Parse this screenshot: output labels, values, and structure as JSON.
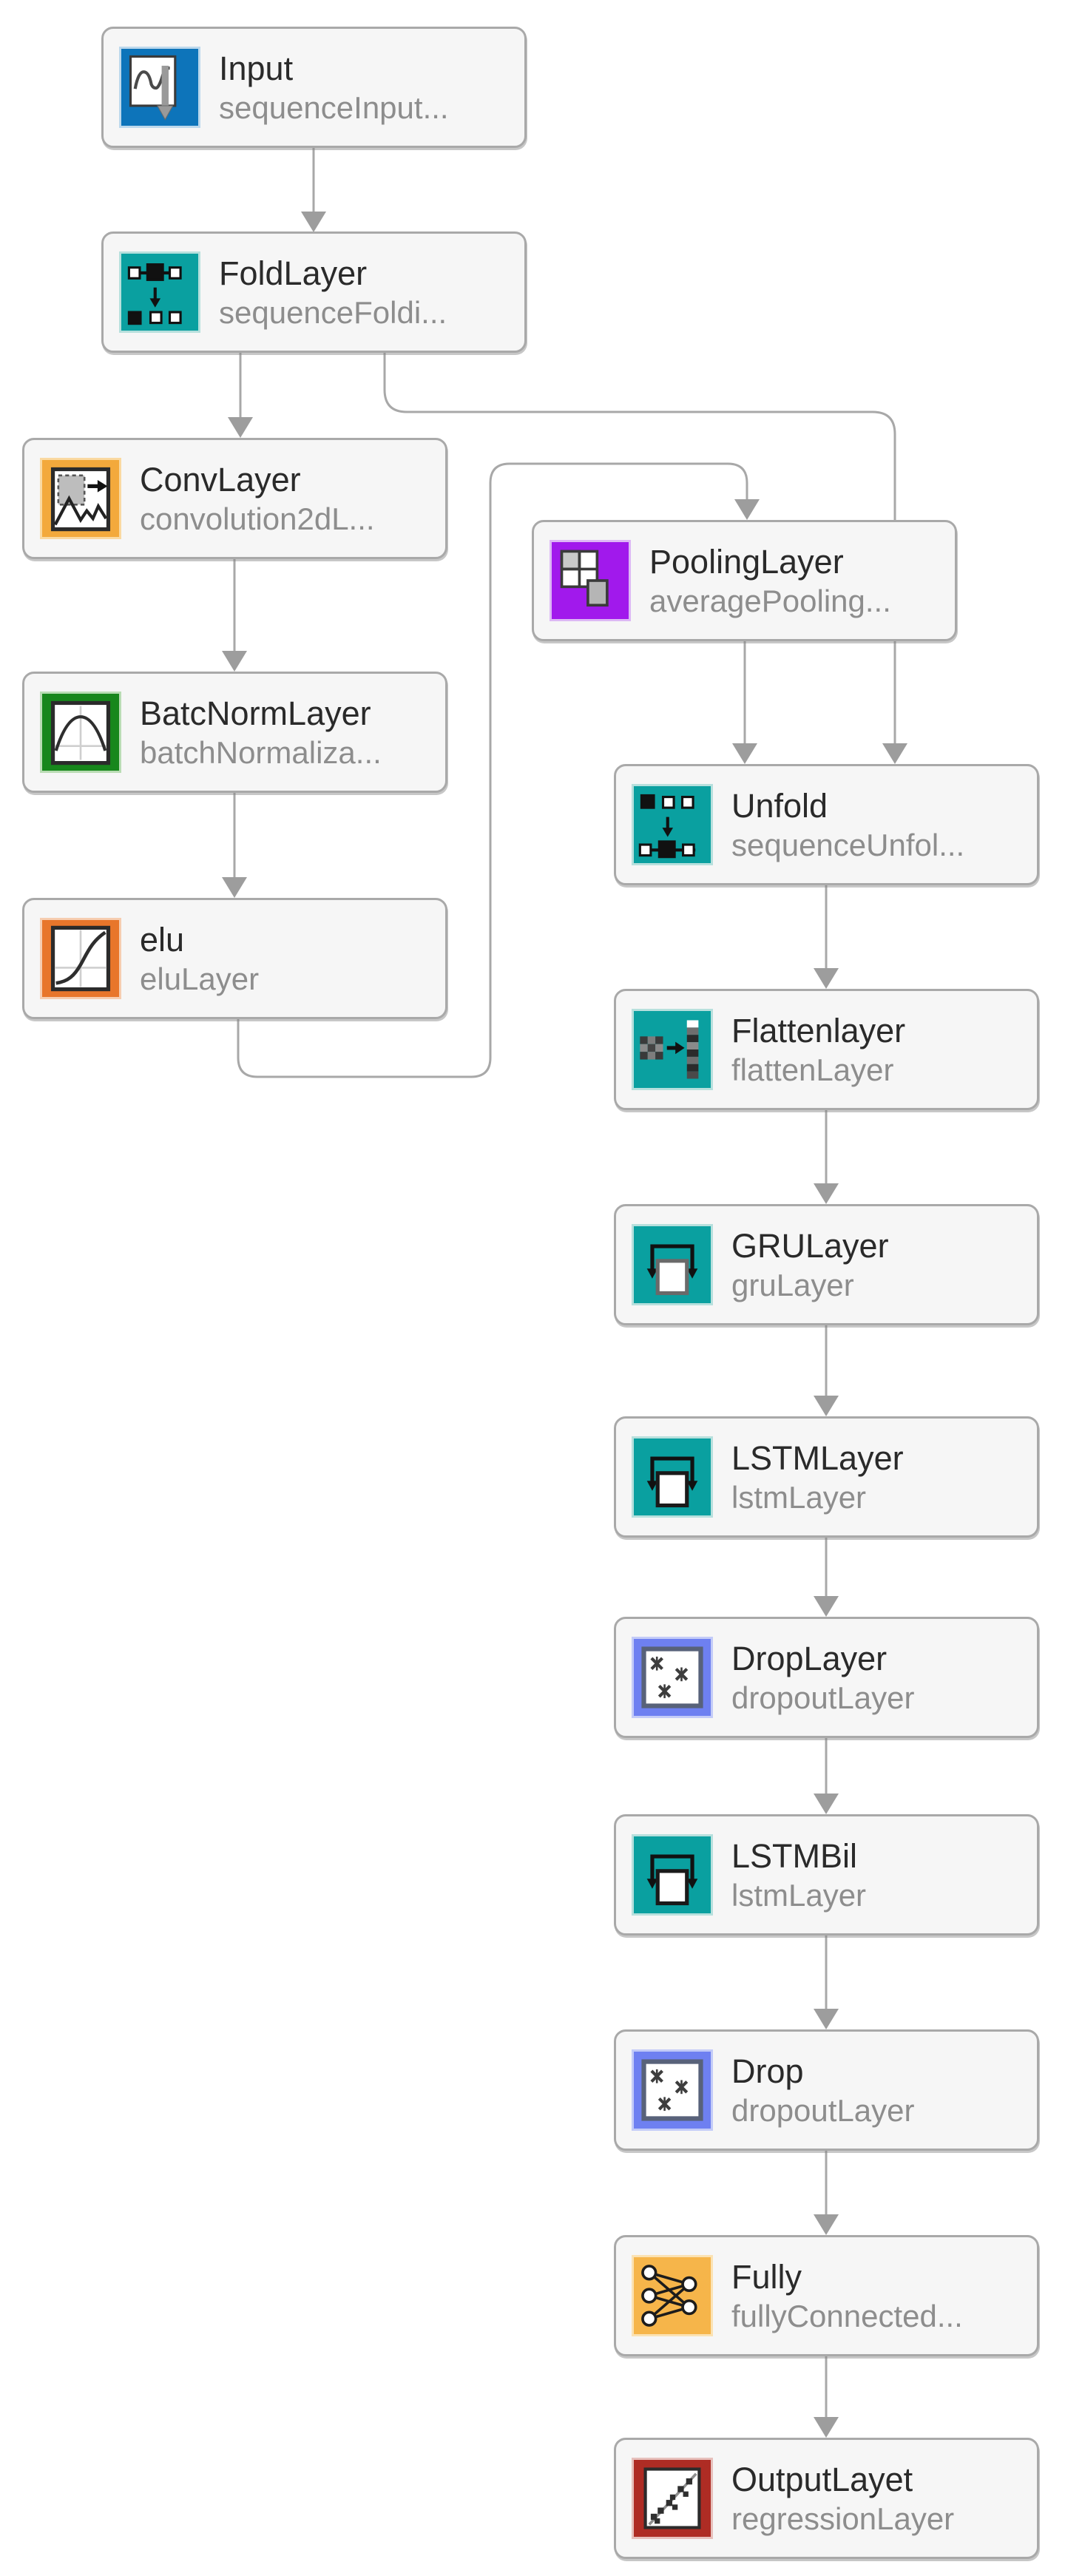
{
  "diagram": {
    "kind": "neural-network-layer-graph",
    "background": "#ffffff",
    "node_fill": "#f6f6f6",
    "node_border": "#a9a9a9",
    "edge_color": "#a8a8a8",
    "title_color": "#2a2a2a",
    "subtitle_color": "#8d8d8d"
  },
  "palette": {
    "input_blue": "#0d74ba",
    "sequence_teal": "#0aa0a0",
    "conv_amber": "#f3a93c",
    "batchnorm_green": "#17871c",
    "elu_orange": "#e8762b",
    "pooling_purple": "#a119ec",
    "dropout_periwinkle": "#6e80f1",
    "fully_amber": "#f6b54a",
    "regression_red": "#ae2c24"
  },
  "nodes": [
    {
      "id": "input",
      "title": "Input",
      "subtitle": "sequenceInput...",
      "icon": "sequence-input-icon",
      "accent": "#0d74ba"
    },
    {
      "id": "fold",
      "title": "FoldLayer",
      "subtitle": "sequenceFoldi...",
      "icon": "sequence-folding-icon",
      "accent": "#0aa0a0"
    },
    {
      "id": "conv",
      "title": "ConvLayer",
      "subtitle": "convolution2dL...",
      "icon": "convolution2d-icon",
      "accent": "#f3a93c"
    },
    {
      "id": "batchnorm",
      "title": "BatcNormLayer",
      "subtitle": "batchNormaliza...",
      "icon": "batch-normalization-icon",
      "accent": "#17871c"
    },
    {
      "id": "elu",
      "title": "elu",
      "subtitle": "eluLayer",
      "icon": "elu-icon",
      "accent": "#e8762b"
    },
    {
      "id": "pool",
      "title": "PoolingLayer",
      "subtitle": "averagePooling...",
      "icon": "average-pooling-icon",
      "accent": "#a119ec"
    },
    {
      "id": "unfold",
      "title": "Unfold",
      "subtitle": "sequenceUnfol...",
      "icon": "sequence-unfolding-icon",
      "accent": "#0aa0a0"
    },
    {
      "id": "flatten",
      "title": "Flattenlayer",
      "subtitle": "flattenLayer",
      "icon": "flatten-icon",
      "accent": "#0aa0a0"
    },
    {
      "id": "gru",
      "title": "GRULayer",
      "subtitle": "gruLayer",
      "icon": "gru-recurrent-icon",
      "accent": "#0aa0a0"
    },
    {
      "id": "lstm",
      "title": "LSTMLayer",
      "subtitle": "lstmLayer",
      "icon": "lstm-recurrent-icon",
      "accent": "#0aa0a0"
    },
    {
      "id": "droplayer",
      "title": "DropLayer",
      "subtitle": "dropoutLayer",
      "icon": "dropout-icon",
      "accent": "#6e80f1"
    },
    {
      "id": "lstmbil",
      "title": "LSTMBil",
      "subtitle": "lstmLayer",
      "icon": "lstm-recurrent-icon",
      "accent": "#0aa0a0"
    },
    {
      "id": "drop",
      "title": "Drop",
      "subtitle": "dropoutLayer",
      "icon": "dropout-icon",
      "accent": "#6e80f1"
    },
    {
      "id": "fully",
      "title": "Fully",
      "subtitle": "fullyConnected...",
      "icon": "fully-connected-icon",
      "accent": "#f6b54a"
    },
    {
      "id": "output",
      "title": "OutputLayet",
      "subtitle": "regressionLayer",
      "icon": "regression-output-icon",
      "accent": "#ae2c24"
    }
  ],
  "edges": [
    {
      "from": "input",
      "to": "fold"
    },
    {
      "from": "fold",
      "to": "conv"
    },
    {
      "from": "fold",
      "to": "unfold"
    },
    {
      "from": "conv",
      "to": "batchnorm"
    },
    {
      "from": "batchnorm",
      "to": "elu"
    },
    {
      "from": "elu",
      "to": "pool"
    },
    {
      "from": "pool",
      "to": "unfold"
    },
    {
      "from": "unfold",
      "to": "flatten"
    },
    {
      "from": "flatten",
      "to": "gru"
    },
    {
      "from": "gru",
      "to": "lstm"
    },
    {
      "from": "lstm",
      "to": "droplayer"
    },
    {
      "from": "droplayer",
      "to": "lstmbil"
    },
    {
      "from": "lstmbil",
      "to": "drop"
    },
    {
      "from": "drop",
      "to": "fully"
    },
    {
      "from": "fully",
      "to": "output"
    }
  ]
}
